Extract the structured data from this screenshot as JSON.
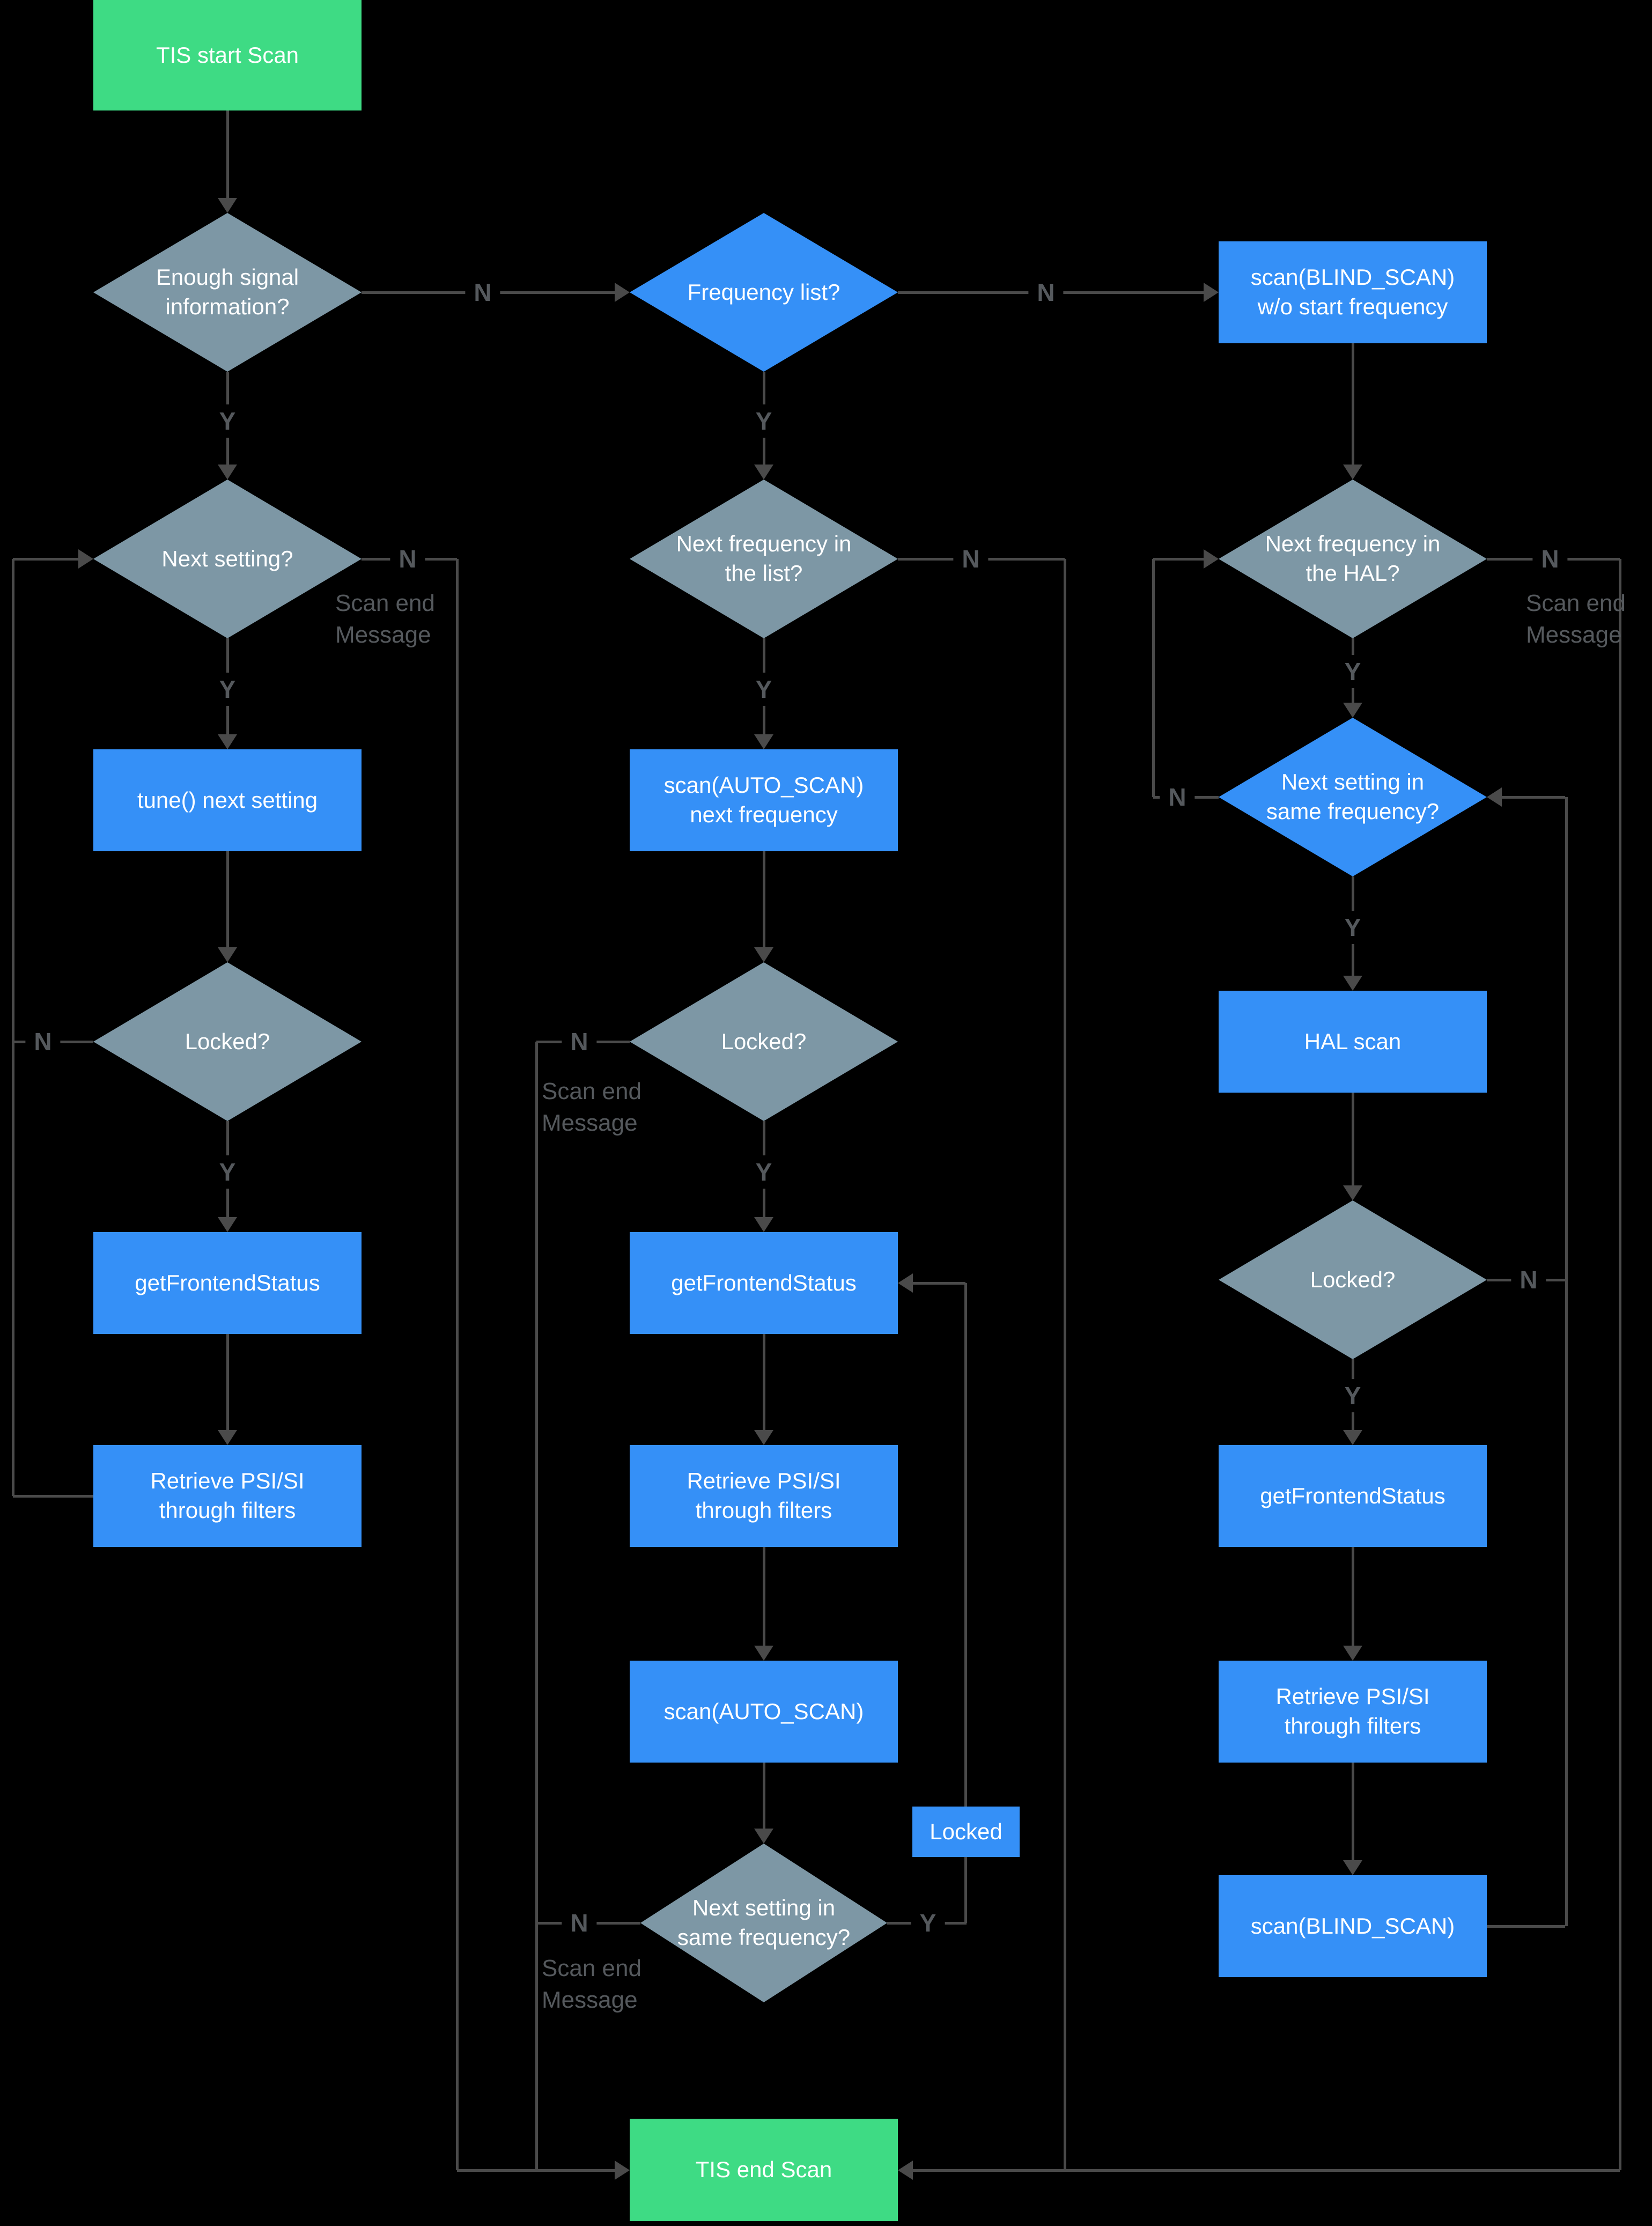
{
  "colors": {
    "background": "#000000",
    "process_blue": "#3590f7",
    "decision_gray": "#7d97a5",
    "terminal_green": "#3edb84",
    "edge_line": "#4a4a4a",
    "edge_label_gray": "#55595d",
    "node_text": "#ffffff"
  },
  "labels": {
    "yes": "Y",
    "no": "N",
    "scan_end": "Scan end Message",
    "locked": "Locked"
  },
  "nodes": {
    "tis_start": {
      "label": "TIS start Scan",
      "type": "terminal"
    },
    "enough_signal": {
      "label": "Enough signal information?",
      "type": "decision"
    },
    "next_setting": {
      "label": "Next setting?",
      "type": "decision"
    },
    "tune_next_setting": {
      "label": "tune() next setting",
      "type": "process"
    },
    "locked_left": {
      "label": "Locked?",
      "type": "decision"
    },
    "get_frontend_status_left": {
      "label": "getFrontendStatus",
      "type": "process"
    },
    "retrieve_psi_left": {
      "label": "Retrieve PSI/SI through filters",
      "type": "process"
    },
    "frequency_list": {
      "label": "Frequency list?",
      "type": "decision"
    },
    "next_frequency_list": {
      "label": "Next frequency in the list?",
      "type": "decision"
    },
    "scan_auto_next_frequency": {
      "label": "scan(AUTO_SCAN) next frequency",
      "type": "process"
    },
    "locked_middle": {
      "label": "Locked?",
      "type": "decision"
    },
    "get_frontend_status_middle": {
      "label": "getFrontendStatus",
      "type": "process"
    },
    "retrieve_psi_middle": {
      "label": "Retrieve PSI/SI through filters",
      "type": "process"
    },
    "scan_auto": {
      "label": "scan(AUTO_SCAN)",
      "type": "process"
    },
    "next_setting_same_freq_middle": {
      "label": "Next setting in same frequency?",
      "type": "decision"
    },
    "scan_blind_wo_start": {
      "label": "scan(BLIND_SCAN) w/o start frequency",
      "type": "process"
    },
    "next_frequency_hal": {
      "label": "Next frequency in the HAL?",
      "type": "decision"
    },
    "next_setting_same_freq_right": {
      "label": "Next setting in same frequency?",
      "type": "decision"
    },
    "hal_scan": {
      "label": "HAL scan",
      "type": "process"
    },
    "locked_right": {
      "label": "Locked?",
      "type": "decision"
    },
    "get_frontend_status_right": {
      "label": "getFrontendStatus",
      "type": "process"
    },
    "retrieve_psi_right": {
      "label": "Retrieve PSI/SI through filters",
      "type": "process"
    },
    "scan_blind": {
      "label": "scan(BLIND_SCAN)",
      "type": "process"
    },
    "tis_end": {
      "label": "TIS end Scan",
      "type": "terminal"
    }
  }
}
